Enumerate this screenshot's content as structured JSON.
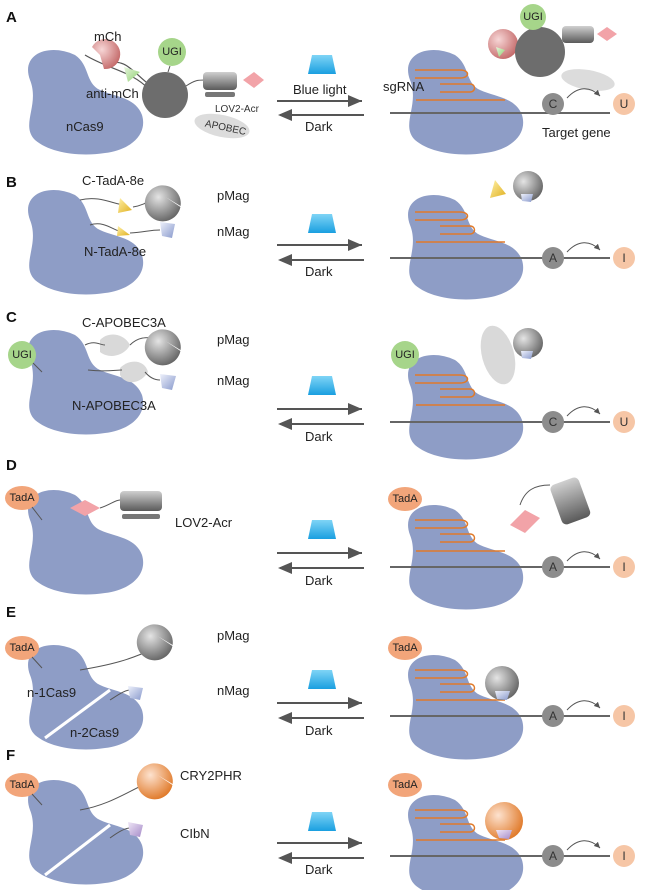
{
  "panels": [
    "A",
    "B",
    "C",
    "D",
    "E",
    "F"
  ],
  "labels": {
    "mch": "mCh",
    "anti_mch": "anti-mCh",
    "ugi": "UGI",
    "ncas9": "nCas9",
    "lov2_acr": "LOV2-Acr",
    "apobec": "APOBEC",
    "sgrna": "sgRNA",
    "target_gene": "Target gene",
    "c_tada": "C-TadA-8e",
    "n_tada": "N-TadA-8e",
    "pmag": "pMag",
    "nmag": "nMag",
    "c_apobec3a": "C-APOBEC3A",
    "n_apobec3a": "N-APOBEC3A",
    "tada": "TadA",
    "n1cas9": "n-1Cas9",
    "n2cas9": "n-2Cas9",
    "cry2phr": "CRY2PHR",
    "cibn": "CIbN"
  },
  "arrows": {
    "blue_light": "Blue light",
    "dark": "Dark"
  },
  "bases": {
    "c": "C",
    "u": "U",
    "a": "A",
    "i": "I"
  },
  "colors": {
    "cas9": "#8e9dc6",
    "ugi": "#a6d58a",
    "tada": "#f2a57a",
    "lov": "#8a8a8a",
    "acr": "#f2a3a8",
    "rna": "#e07a2a",
    "blue_light": "#2aa8e8",
    "base_circle": "#8c8c8c",
    "product_circle": "#f6c6a6"
  }
}
